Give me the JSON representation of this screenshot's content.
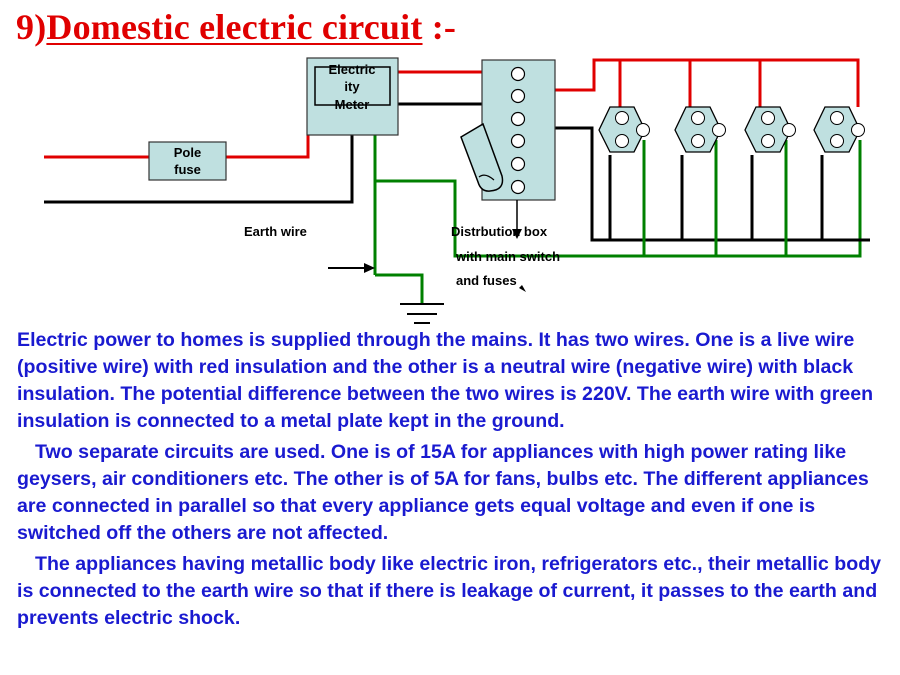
{
  "title": {
    "number": "9)",
    "main": "Domestic electric circuit",
    "suffix": ":-"
  },
  "diagram": {
    "meter_label": [
      "Electric",
      "ity",
      "Meter"
    ],
    "pole_fuse_label": [
      "Pole",
      "fuse"
    ],
    "earth_wire_label": "Earth wire",
    "distribution_box_label": [
      "Distrbution box",
      "with main switch",
      "and fuses"
    ],
    "colors": {
      "live_wire": "#e00000",
      "neutral_wire": "#000000",
      "earth_wire": "#008000",
      "box_fill": "#bfe0e0"
    }
  },
  "paragraphs": [
    "Electric power to homes is supplied through the mains. It has two wires. One is a live wire (positive wire) with red insulation and the other is a neutral wire (negative wire) with black insulation. The potential difference between the two wires is 220V. The earth wire with green insulation is connected to a metal plate kept in the ground.",
    "Two separate circuits are used. One is of 15A for appliances with high power rating like geysers, air conditioners etc. The other is of 5A for fans, bulbs etc. The different appliances are connected in parallel so that every appliance gets equal voltage and even if one is switched off the others are not affected.",
    "The appliances having metallic body like electric iron, refrigerators etc., their metallic body is connected to the earth wire so that if there is leakage of current, it passes to the earth and prevents electric shock."
  ]
}
